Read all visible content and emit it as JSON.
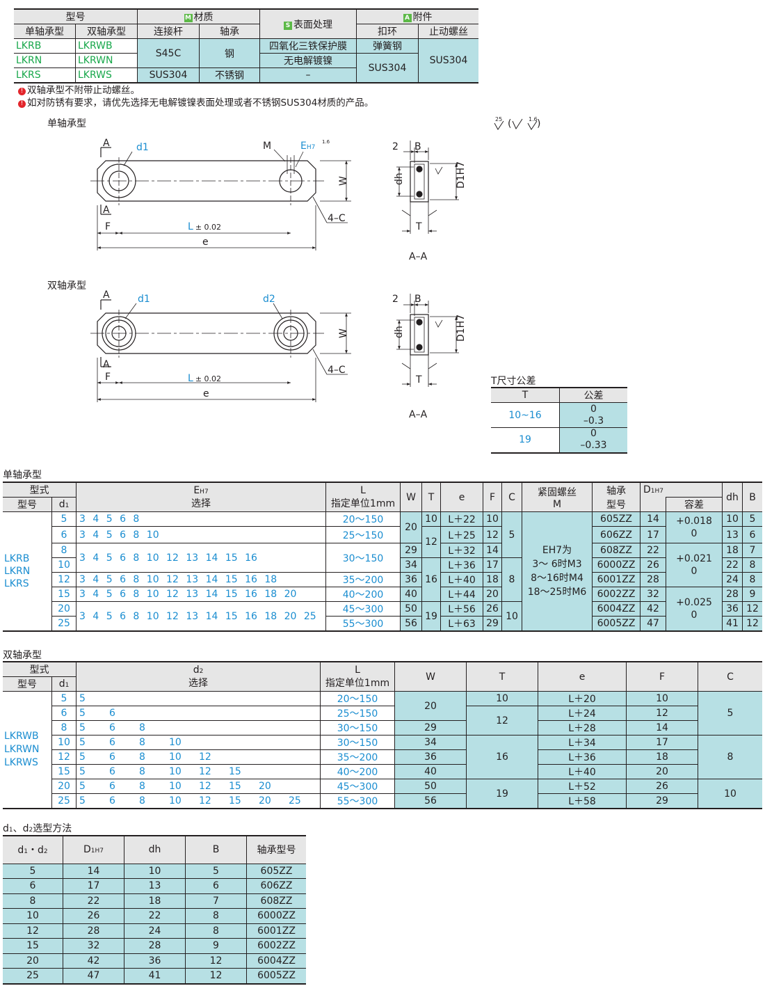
{
  "material_table": {
    "h_model": "型号",
    "h_material": "材质",
    "h_surface": "表面处理",
    "h_accessory": "附件",
    "badge_m": "M",
    "badge_s": "S",
    "badge_a": "A",
    "h_single": "单轴承型",
    "h_double": "双轴承型",
    "h_link": "连接杆",
    "h_bearing": "轴承",
    "h_ring": "扣环",
    "h_screw": "止动螺丝",
    "rows": [
      {
        "single": "LKRB",
        "double": "LKRWB",
        "link": "S45C",
        "bearing": "钢",
        "surface": "四氧化三铁保护膜",
        "ring": "弹簧钢",
        "screw": "SUS304"
      },
      {
        "single": "LKRN",
        "double": "LKRWN",
        "surface": "无电解镀镍",
        "ring": "SUS304"
      },
      {
        "single": "LKRS",
        "double": "LKRWS",
        "link": "SUS304",
        "bearing": "不锈钢",
        "surface": "–"
      }
    ]
  },
  "notes": {
    "n1": "双轴承型不附带止动螺丝。",
    "n2": "如对防锈有要求，请优先选择无电解镀镍表面处理或者不锈钢SUS304材质的产品。",
    "icon": "!"
  },
  "drawings": {
    "single_title": "单轴承型",
    "double_title": "双轴承型",
    "roughness_a": "25",
    "roughness_b": "1.6",
    "A": "A",
    "d1": "d1",
    "d2": "d2",
    "M": "M",
    "E": "E",
    "E_sub": "H7",
    "r16": "1.6",
    "W": "W",
    "C4": "4–C",
    "F": "F",
    "L": "L",
    "L_tol": "± 0.02",
    "e": "e",
    "two": "2",
    "B": "B",
    "dh": "dh",
    "D1H7": "D1H7",
    "T": "T",
    "AA": "A–A"
  },
  "t_tolerance": {
    "title": "T尺寸公差",
    "h_t": "T",
    "h_tol": "公差",
    "rows": [
      {
        "t": "10~16",
        "upper": "0",
        "lower": "–0.3"
      },
      {
        "t": "19",
        "upper": "0",
        "lower": "–0.33"
      }
    ]
  },
  "single_table": {
    "title": "单轴承型",
    "h_type": "型式",
    "h_model": "型号",
    "h_d1": "d1",
    "h_e": "EH7",
    "h_e_sel": "选择",
    "h_l": "L",
    "h_l_unit": "指定单位1mm",
    "h_w": "W",
    "h_t": "T",
    "h_ee": "e",
    "h_f": "F",
    "h_c": "C",
    "h_screw": "紧固螺丝",
    "h_screw_m": "M",
    "h_brg": "轴承",
    "h_brg2": "型号",
    "h_d1h7": "D1H7",
    "h_tol": "容差",
    "h_dh": "dh",
    "h_b": "B",
    "models": [
      "LKRB",
      "LKRN",
      "LKRS"
    ],
    "screw_note": [
      "EH7为",
      "3～ 6时M3",
      "8～16时M4",
      "18～25时M6"
    ],
    "rows": [
      {
        "d1": "5",
        "e_sel": "3 4 5 6 8",
        "l": "20～150",
        "e": "L＋22",
        "f": "10",
        "brg": "605ZZ",
        "D1": "14",
        "dh": "10",
        "b": "5"
      },
      {
        "d1": "6",
        "e_sel": "3 4 5 6 8 10",
        "l": "25～150",
        "e": "L＋25",
        "f": "12",
        "brg": "606ZZ",
        "D1": "17",
        "dh": "13",
        "b": "6"
      },
      {
        "d1": "8",
        "e_sel": "3 4 5 6 8 10 12 13 14 15 16",
        "l": "30～150",
        "w": "29",
        "e": "L＋32",
        "f": "14",
        "brg": "608ZZ",
        "D1": "22",
        "dh": "18",
        "b": "7"
      },
      {
        "d1": "10",
        "w": "34",
        "e": "L＋36",
        "f": "17",
        "brg": "6000ZZ",
        "D1": "26",
        "dh": "22",
        "b": "8"
      },
      {
        "d1": "12",
        "e_sel": "3 4 5 6 8 10 12 13 14 15 16 18",
        "l": "35～200",
        "w": "36",
        "e": "L＋40",
        "f": "18",
        "brg": "6001ZZ",
        "D1": "28",
        "dh": "24",
        "b": "8"
      },
      {
        "d1": "15",
        "e_sel": "3 4 5 6 8 10 12 13 14 15 16 18 20",
        "l": "40～200",
        "w": "40",
        "e": "L＋44",
        "f": "20",
        "brg": "6002ZZ",
        "D1": "32",
        "dh": "28",
        "b": "9"
      },
      {
        "d1": "20",
        "e_sel": "3 4 5 6 8 10 12 13 14 15 16 18 20 25",
        "l": "45～300",
        "w": "50",
        "e": "L＋56",
        "f": "26",
        "brg": "6004ZZ",
        "D1": "42",
        "dh": "36",
        "b": "12"
      },
      {
        "d1": "25",
        "l": "55～300",
        "w": "56",
        "e": "L＋63",
        "f": "29",
        "brg": "6005ZZ",
        "D1": "47",
        "dh": "41",
        "b": "12"
      }
    ],
    "w_merged": "20",
    "t_12": "12",
    "t_16": "16",
    "t_19": "19",
    "c_5": "5",
    "c_8": "8",
    "c_10": "10",
    "t_10": "10",
    "tol_1": [
      "+0.018",
      "0"
    ],
    "tol_2": [
      "+0.021",
      "0"
    ],
    "tol_3": [
      "+0.025",
      "0"
    ]
  },
  "double_table": {
    "title": "双轴承型",
    "h_type": "型式",
    "h_model": "型号",
    "h_d1": "d1",
    "h_d2": "d2",
    "h_sel": "选择",
    "h_l": "L",
    "h_l_unit": "指定单位1mm",
    "h_w": "W",
    "h_t": "T",
    "h_e": "e",
    "h_f": "F",
    "h_c": "C",
    "models": [
      "LKRWB",
      "LKRWN",
      "LKRWS"
    ],
    "rows": [
      {
        "d1": "5",
        "sel": [
          "5"
        ],
        "l": "20～150",
        "e": "L＋20",
        "f": "10"
      },
      {
        "d1": "6",
        "sel": [
          "5",
          "6"
        ],
        "l": "25～150",
        "e": "L＋24",
        "f": "12"
      },
      {
        "d1": "8",
        "sel": [
          "5",
          "6",
          "8"
        ],
        "l": "30～150",
        "w": "29",
        "e": "L＋28",
        "f": "14"
      },
      {
        "d1": "10",
        "sel": [
          "5",
          "6",
          "8",
          "10"
        ],
        "l": "30～150",
        "w": "34",
        "e": "L＋34",
        "f": "17"
      },
      {
        "d1": "12",
        "sel": [
          "5",
          "6",
          "8",
          "10",
          "12"
        ],
        "l": "35～200",
        "w": "36",
        "e": "L＋36",
        "f": "18"
      },
      {
        "d1": "15",
        "sel": [
          "5",
          "6",
          "8",
          "10",
          "12",
          "15"
        ],
        "l": "40～200",
        "w": "40",
        "e": "L＋40",
        "f": "20"
      },
      {
        "d1": "20",
        "sel": [
          "5",
          "6",
          "8",
          "10",
          "12",
          "15",
          "20"
        ],
        "l": "45～300",
        "w": "50",
        "e": "L＋52",
        "f": "26"
      },
      {
        "d1": "25",
        "sel": [
          "5",
          "6",
          "8",
          "10",
          "12",
          "15",
          "20",
          "25"
        ],
        "l": "55～300",
        "w": "56",
        "e": "L＋58",
        "f": "29"
      }
    ],
    "w_merged": "20",
    "t_10": "10",
    "t_12": "12",
    "t_16": "16",
    "t_19": "19",
    "c_5": "5",
    "c_8": "8",
    "c_10": "10"
  },
  "bearing_table": {
    "title": "d1、d2选型方法",
    "h_d": "d1・d2",
    "h_D1": "D1H7",
    "h_dh": "dh",
    "h_b": "B",
    "h_model": "轴承型号",
    "rows": [
      {
        "d": "5",
        "D1": "14",
        "dh": "10",
        "b": "5",
        "m": "605ZZ"
      },
      {
        "d": "6",
        "D1": "17",
        "dh": "13",
        "b": "6",
        "m": "606ZZ"
      },
      {
        "d": "8",
        "D1": "22",
        "dh": "18",
        "b": "7",
        "m": "608ZZ"
      },
      {
        "d": "10",
        "D1": "26",
        "dh": "22",
        "b": "8",
        "m": "6000ZZ"
      },
      {
        "d": "12",
        "D1": "28",
        "dh": "24",
        "b": "8",
        "m": "6001ZZ"
      },
      {
        "d": "15",
        "D1": "32",
        "dh": "28",
        "b": "9",
        "m": "6002ZZ"
      },
      {
        "d": "20",
        "D1": "42",
        "dh": "36",
        "b": "12",
        "m": "6004ZZ"
      },
      {
        "d": "25",
        "D1": "47",
        "dh": "41",
        "b": "12",
        "m": "6005ZZ"
      }
    ]
  }
}
